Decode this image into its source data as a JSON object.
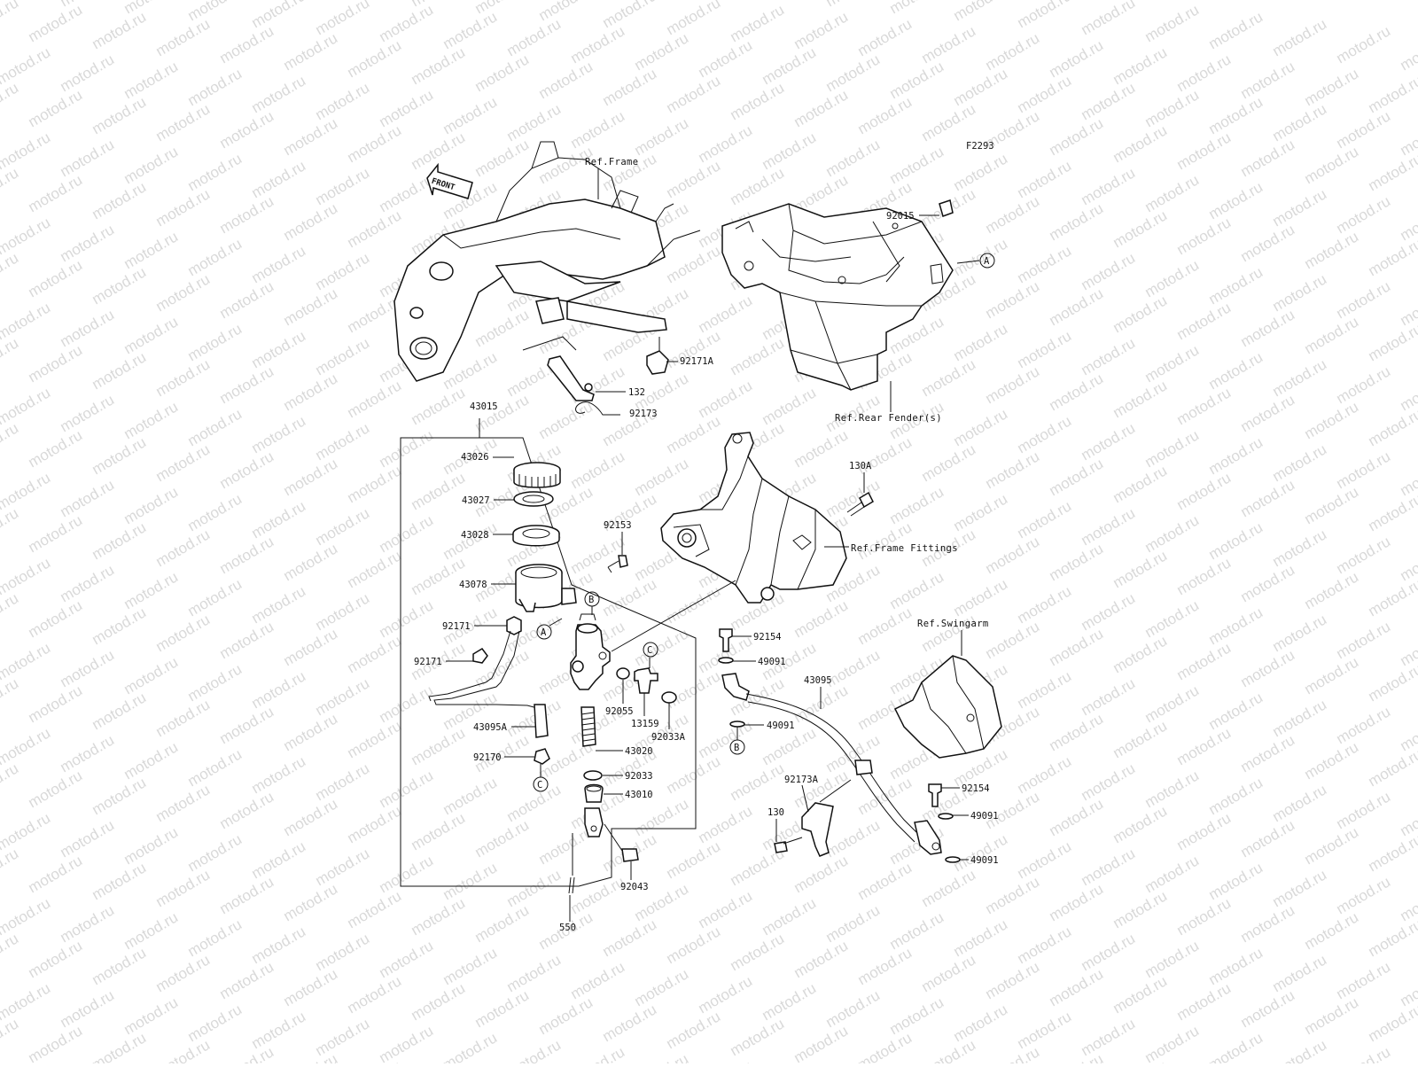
{
  "diagram": {
    "figure_code": "F2293",
    "front_label": "FRONT",
    "watermark": "motod.ru",
    "refs": {
      "frame": "Ref.Frame",
      "rear_fender": "Ref.Rear Fender(s)",
      "frame_fittings": "Ref.Frame Fittings",
      "swingarm": "Ref.Swingarm"
    },
    "parts": {
      "p43015": "43015",
      "p43026": "43026",
      "p43027": "43027",
      "p43028": "43028",
      "p43078": "43078",
      "p92171_a": "92171",
      "p92171_b": "92171",
      "p43095A": "43095A",
      "p92170": "92170",
      "p92153": "92153",
      "p92055": "92055",
      "p13159": "13159",
      "p92033A": "92033A",
      "p43020": "43020",
      "p92033": "92033",
      "p43010": "43010",
      "p92043": "92043",
      "p550": "550",
      "p92015": "92015",
      "p92171A": "92171A",
      "p132": "132",
      "p92173": "92173",
      "p130A": "130A",
      "p92154_a": "92154",
      "p49091_a": "49091",
      "p43095": "43095",
      "p49091_b": "49091",
      "p92173A": "92173A",
      "p130": "130",
      "p92154_b": "92154",
      "p49091_c": "49091",
      "p49091_d": "49091"
    },
    "callouts": {
      "A1": "A",
      "A2": "A",
      "B1": "B",
      "B2": "B",
      "C1": "C",
      "C2": "C"
    }
  }
}
